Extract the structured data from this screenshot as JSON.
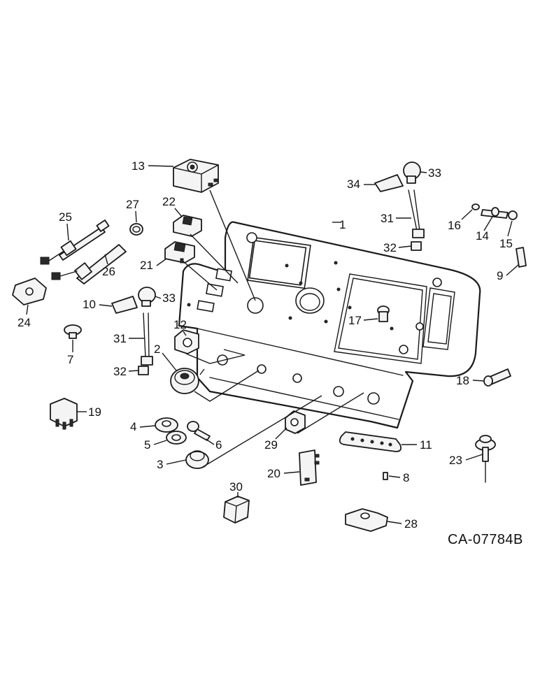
{
  "diagram": {
    "drawing_code": "CA-07784B",
    "callouts": [
      "1",
      "2",
      "3",
      "4",
      "5",
      "6",
      "7",
      "8",
      "9",
      "10",
      "11",
      "12",
      "13",
      "14",
      "15",
      "16",
      "17",
      "18",
      "19",
      "20",
      "21",
      "22",
      "23",
      "24",
      "25",
      "26",
      "27",
      "28",
      "29",
      "30",
      "31",
      "31",
      "32",
      "32",
      "33",
      "33",
      "34"
    ]
  }
}
